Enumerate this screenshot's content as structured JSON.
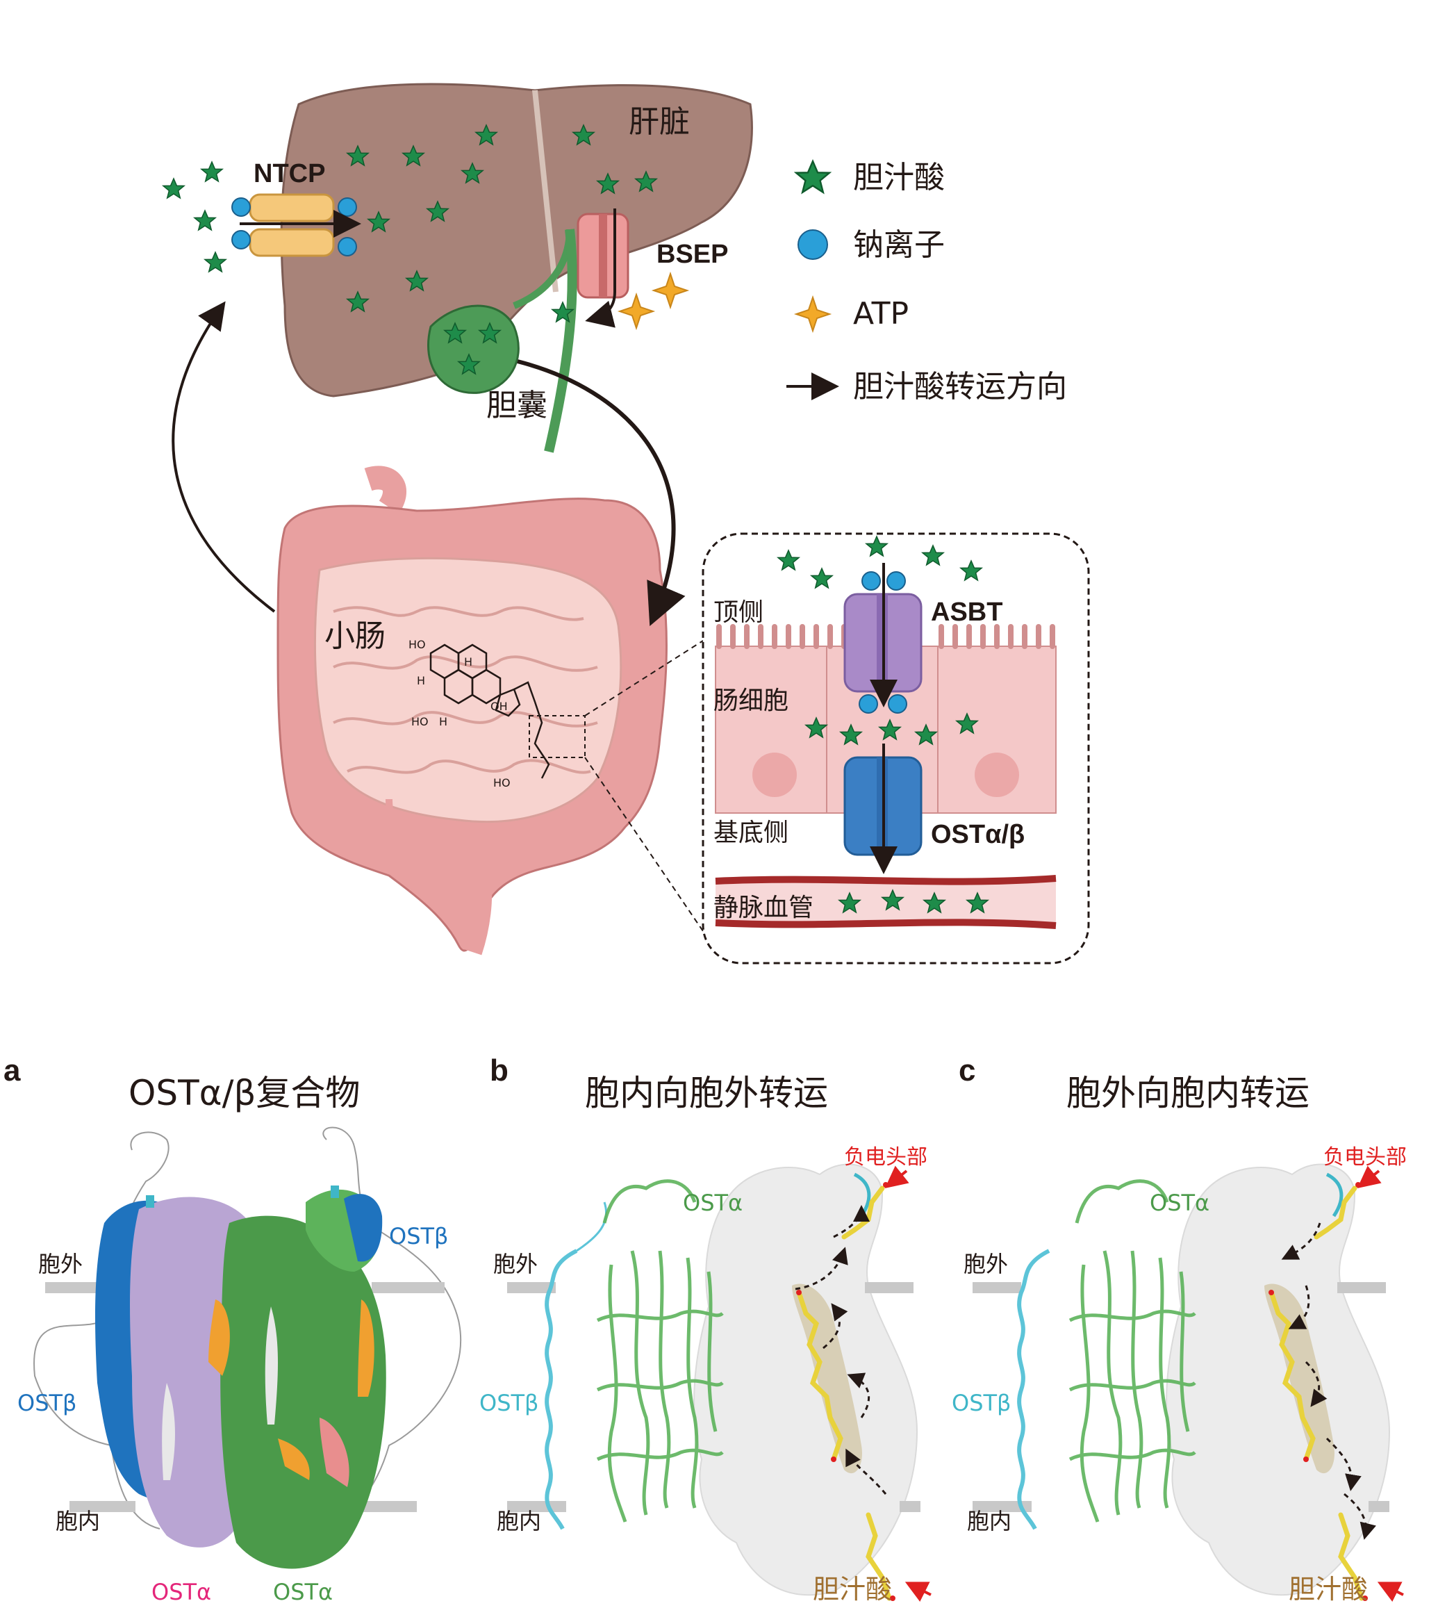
{
  "top": {
    "organs": {
      "liver": "肝脏",
      "gallbladder": "胆囊",
      "small_intestine": "小肠"
    },
    "transporters": {
      "ntcp": "NTCP",
      "bsep": "BSEP",
      "asbt": "ASBT",
      "ost": "OSTα/β"
    },
    "cell_labels": {
      "apical": "顶侧",
      "enterocyte": "肠细胞",
      "basolateral": "基底侧",
      "vein": "静脉血管"
    },
    "molecule": {
      "ho_1": "HO",
      "ho_2": "HO",
      "oh": "OH",
      "h_1": "H",
      "h_2": "H",
      "h_3": "H",
      "cooh": "HO"
    },
    "legend": [
      {
        "icon": "star-icon",
        "label": "胆汁酸",
        "color": "#1e8c4a"
      },
      {
        "icon": "circle-icon",
        "label": "钠离子",
        "color": "#2a9fd8"
      },
      {
        "icon": "atp-star-icon",
        "label": "ATP",
        "color": "#f2a928"
      },
      {
        "icon": "arrow-icon",
        "label": "胆汁酸转运方向",
        "color": "#231815"
      }
    ]
  },
  "panels": [
    {
      "letter": "a",
      "title": "OSTα/β复合物",
      "labels": {
        "extracellular": "胞外",
        "intracellular": "胞内",
        "ostb_left": "OSTβ",
        "ostb_right": "OSTβ",
        "osta_left": "OSTα",
        "osta_right": "OSTα"
      }
    },
    {
      "letter": "b",
      "title": "胞内向胞外转运",
      "labels": {
        "extracellular": "胞外",
        "intracellular": "胞内",
        "osta": "OSTα",
        "ostb": "OSTβ",
        "head": "负电头部",
        "bile_acid": "胆汁酸"
      }
    },
    {
      "letter": "c",
      "title": "胞外向胞内转运",
      "labels": {
        "extracellular": "胞外",
        "intracellular": "胞内",
        "osta": "OSTα",
        "ostb": "OSTβ",
        "head": "负电头部",
        "bile_acid": "胆汁酸"
      }
    }
  ],
  "colors": {
    "bile_acid": "#1e8c4a",
    "sodium": "#2a9fd8",
    "atp": "#f2a928",
    "liver": "#a88379",
    "intestine": "#e8a0a0",
    "ostb": "#1f73be",
    "osta_purple": "#b9a5d3",
    "osta_green": "#5db35b",
    "lipid_orange": "#f0a030",
    "pink_label": "#e4267a",
    "helix_cyan": "#5cc4d8",
    "arrow_red": "#e02020",
    "bile_label": "#a07030"
  }
}
